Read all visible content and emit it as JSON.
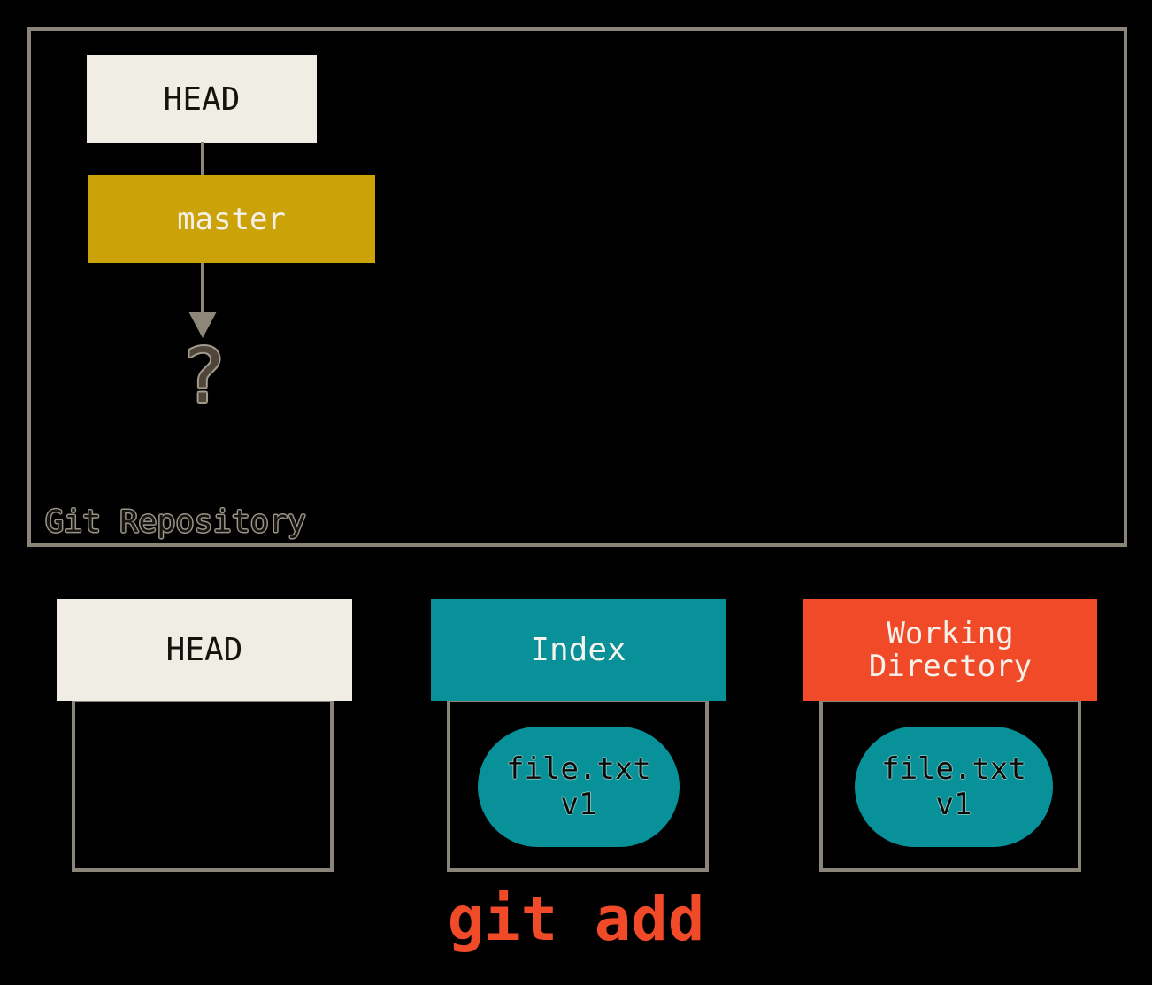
{
  "diagram": {
    "title": "git add state diagram",
    "colors": {
      "background": "#000000",
      "box_border_gray": "#8b8478",
      "arrow_gray": "#8e8678",
      "cream": "#f0eee4",
      "gold": "#cca209",
      "teal": "#089199",
      "orange": "#f04a28",
      "dark_text": "#15130e",
      "light_text": "#f4f2ea"
    },
    "repository": {
      "label": "Git Repository",
      "head_node": {
        "label": "HEAD"
      },
      "branch_node": {
        "label": "master"
      },
      "unknown_commit": {
        "label": "?"
      }
    },
    "columns": [
      {
        "id": "head",
        "title": "HEAD",
        "items": []
      },
      {
        "id": "index",
        "title": "Index",
        "items": [
          {
            "name": "file.txt",
            "version": "v1"
          }
        ]
      },
      {
        "id": "working-directory",
        "title": "Working Directory",
        "items": [
          {
            "name": "file.txt",
            "version": "v1"
          }
        ]
      }
    ],
    "command": {
      "label": "git add"
    }
  }
}
